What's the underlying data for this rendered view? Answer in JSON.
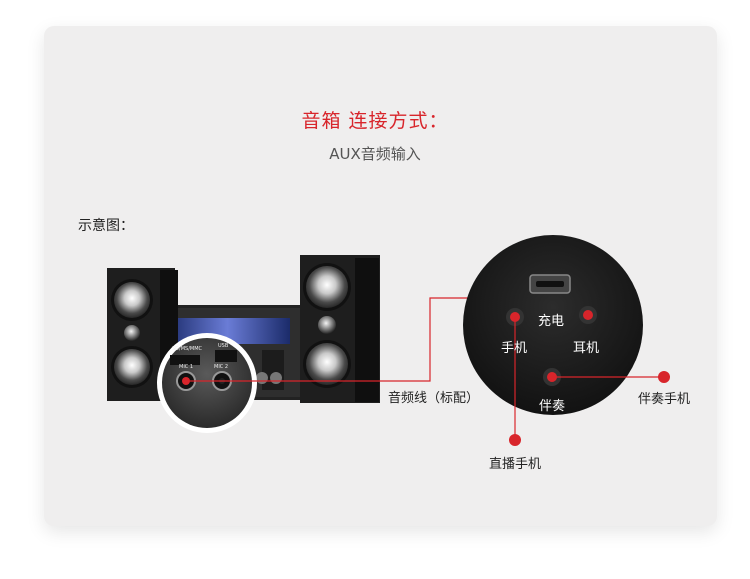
{
  "header": {
    "title": "音箱 连接方式：",
    "subtitle": "AUX音频输入"
  },
  "diagram": {
    "label": "示意图：",
    "cable_label": "音频线（标配）",
    "panel_ports": {
      "charge": "充电",
      "phone": "手机",
      "earphone": "耳机",
      "accompaniment": "伴奏"
    },
    "callouts": {
      "accompaniment_phone": "伴奏手机",
      "live_phone": "直播手机"
    },
    "device_text": {
      "sd_slot": "SD/MS/MMC",
      "usb": "USB",
      "mic1": "MIC 1",
      "mic2": "MIC 2"
    }
  },
  "colors": {
    "accent_red": "#d8252b",
    "card_bg": "#efeeee"
  }
}
